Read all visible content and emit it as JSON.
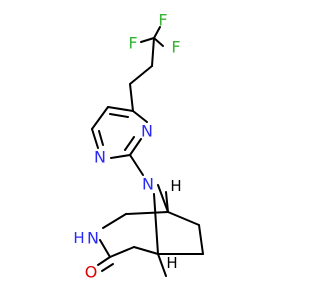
{
  "colors": {
    "bond": "#000000",
    "N": "#2a2af5",
    "O": "#e00000",
    "F": "#35b335",
    "H": "#000000"
  },
  "labels": {
    "F1": "F",
    "F2": "F",
    "F3": "F",
    "N_pyr_1": "N",
    "N_pyr_2": "N",
    "N_bridge": "N",
    "H_stereo_1": "H",
    "N_amide": "N",
    "H_amide": "H",
    "H_stereo_2": "H",
    "O_carbonyl": "O"
  }
}
